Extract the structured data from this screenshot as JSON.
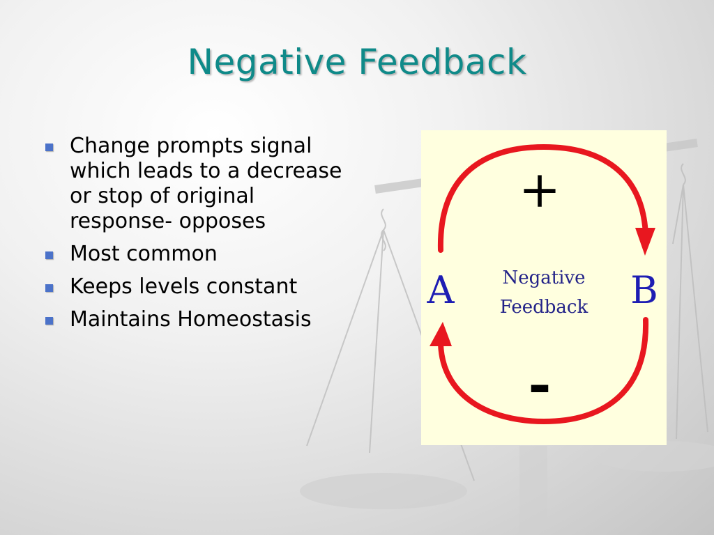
{
  "slide": {
    "title": "Negative Feedback",
    "bullets": [
      "Change prompts signal which leads to a decrease or stop of original response- opposes",
      "Most common",
      "Keeps levels constant",
      "Maintains Homeostasis"
    ]
  },
  "diagram": {
    "plus_symbol": "+",
    "minus_symbol": "-",
    "left_label": "A",
    "right_label": "B",
    "center_label_line1": "Negative",
    "center_label_line2": "Feedback",
    "colors": {
      "arrow": "#e8171f",
      "label_a": "#1d1db3",
      "label_b": "#1d1db3",
      "center_label": "#222288",
      "symbols": "#000000",
      "background": "#ffffdf"
    }
  },
  "theme": {
    "title_color": "#0f8a89",
    "bullet_color": "#4b72c9"
  }
}
